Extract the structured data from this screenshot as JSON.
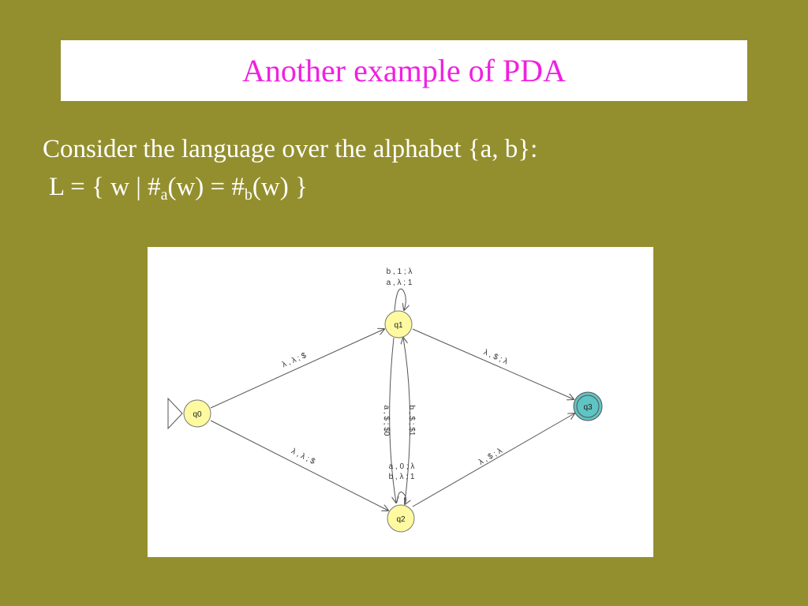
{
  "slide": {
    "title": "Another example of PDA",
    "line1": "Consider the language over the alphabet {a, b}:",
    "lang_prefix": "L = {  w | #",
    "sub_a": "a",
    "lang_mid": "(w) = #",
    "sub_b": "b",
    "lang_suffix": "(w)  }"
  },
  "diagram": {
    "states": [
      {
        "id": "q0",
        "label": "q0",
        "initial": true,
        "final": false
      },
      {
        "id": "q1",
        "label": "q1",
        "initial": false,
        "final": false
      },
      {
        "id": "q2",
        "label": "q2",
        "initial": false,
        "final": false
      },
      {
        "id": "q3",
        "label": "q3",
        "initial": false,
        "final": true
      }
    ],
    "transitions": {
      "q1_loop_1": "b , 1 ; λ",
      "q1_loop_2": "a , λ ; 1",
      "q0_q1": "λ , λ ; $",
      "q0_q2": "λ , λ ; $",
      "q1_q3": "λ , $ ; λ",
      "q2_q3": "λ , $ ; λ",
      "q1_q2": "a , $ ; $0",
      "q2_q1": "b , $ ; $1",
      "q2_loop_1": "a , 0 ; λ",
      "q2_loop_2": "b , λ ; 1"
    },
    "colors": {
      "state_fill": "#fffaa0",
      "final_fill": "#5fc4c4",
      "edge": "#555555"
    }
  }
}
